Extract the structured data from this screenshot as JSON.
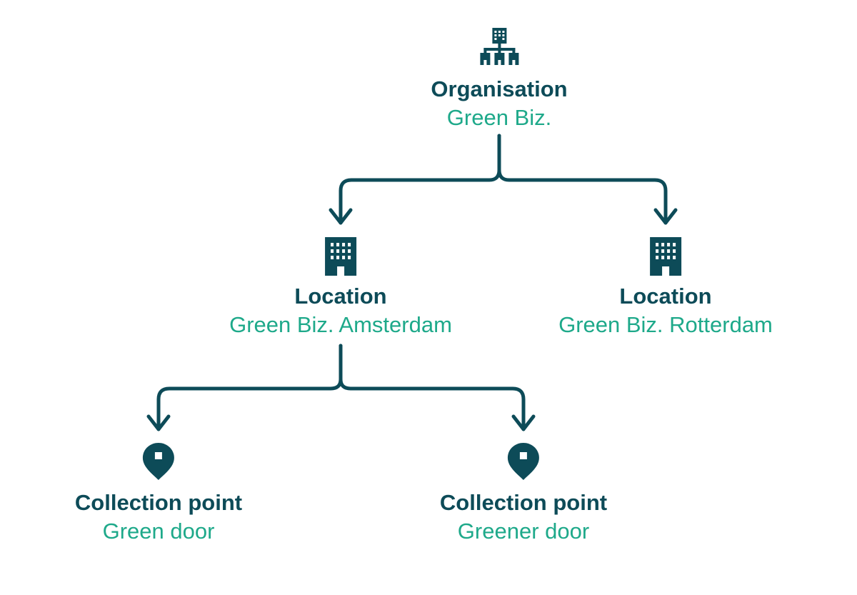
{
  "colors": {
    "title": "#0d4b58",
    "name": "#1ea98a",
    "connector": "#0d4b58",
    "icon": "#0d4b58"
  },
  "nodes": {
    "organisation": {
      "icon": "org-chart-icon",
      "title": "Organisation",
      "name": "Green Biz."
    },
    "location_amsterdam": {
      "icon": "building-icon",
      "title": "Location",
      "name": "Green Biz. Amsterdam"
    },
    "location_rotterdam": {
      "icon": "building-icon",
      "title": "Location",
      "name": "Green Biz. Rotterdam"
    },
    "collection_green": {
      "icon": "map-pin-icon",
      "title": "Collection point",
      "name": "Green door"
    },
    "collection_greener": {
      "icon": "map-pin-icon",
      "title": "Collection point",
      "name": "Greener door"
    }
  }
}
